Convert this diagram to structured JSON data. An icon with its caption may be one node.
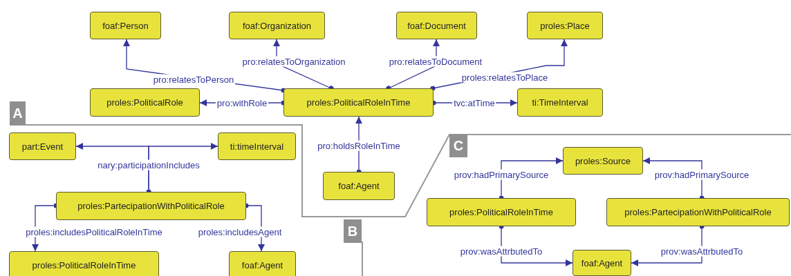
{
  "diagram": {
    "nodes": [
      {
        "text": [
          "foaf:Person"
        ]
      },
      {
        "text": [
          "foaf:Organization"
        ]
      },
      {
        "text": [
          "foaf:Document"
        ]
      },
      {
        "text": [
          "proles:Place"
        ]
      },
      {
        "text": [
          "proles:PoliticalRole"
        ]
      },
      {
        "text": [
          "proles:PoliticalRoleInTime"
        ]
      },
      {
        "text": [
          "ti:TimeInterval"
        ]
      },
      {
        "text": [
          "part:Event"
        ]
      },
      {
        "text": [
          "ti:timeInterval"
        ]
      },
      {
        "text": [
          "foaf:Agent"
        ]
      },
      {
        "text": [
          "proles:PartecipationWithPoliticalRole"
        ]
      },
      {
        "text": [
          "proles:PoliticalRoleInTime"
        ]
      },
      {
        "text": [
          "foaf:Agent"
        ]
      },
      {
        "text": [
          "proles:Source"
        ]
      },
      {
        "text": [
          "proles:PoliticalRoleInTime"
        ]
      },
      {
        "text": [
          "proles:PartecipationWithPoliticalRole"
        ]
      },
      {
        "text": [
          "foaf:Agent"
        ]
      }
    ],
    "edges": [
      {
        "from": 5,
        "to": 0,
        "arrow": "to",
        "label": "pro:relatesToPerson"
      },
      {
        "from": 5,
        "to": 1,
        "arrow": "to",
        "label": "pro:relatesToOrganization"
      },
      {
        "from": 5,
        "to": 2,
        "arrow": "to",
        "label": "pro:relatesToDocument"
      },
      {
        "from": 5,
        "to": 3,
        "arrow": "to",
        "label": "proles:relatesToPlace"
      },
      {
        "from": 5,
        "to": 4,
        "arrow": "to",
        "label": "pro:withRole"
      },
      {
        "from": 5,
        "to": 6,
        "arrow": "to",
        "label": "tvc:atTime"
      },
      {
        "from": 9,
        "to": 5,
        "arrow": "to",
        "label": "pro:holdsRoleInTime"
      },
      {
        "from": 10,
        "to": 7,
        "arrow": "to",
        "label": "nary:participationIncludes"
      },
      {
        "from": 10,
        "to": 8,
        "arrow": "to"
      },
      {
        "from": 10,
        "to": 11,
        "arrow": "to",
        "label": "proles:includesPoliticalRoleInTime"
      },
      {
        "from": 10,
        "to": 12,
        "arrow": "to",
        "label": "proles:includesAgent"
      },
      {
        "from": 14,
        "to": 13,
        "arrow": "to",
        "label": "prov:hadPrimarySource"
      },
      {
        "from": 15,
        "to": 13,
        "arrow": "to",
        "label": "prov:hadPrimarySource"
      },
      {
        "from": 14,
        "to": 16,
        "arrow": "to",
        "label": "prov:wasAttrbutedTo"
      },
      {
        "from": 15,
        "to": 16,
        "arrow": "to",
        "label": "prov:wasAttrbutedTo"
      }
    ],
    "labels": [
      "A",
      "B",
      "C"
    ]
  }
}
